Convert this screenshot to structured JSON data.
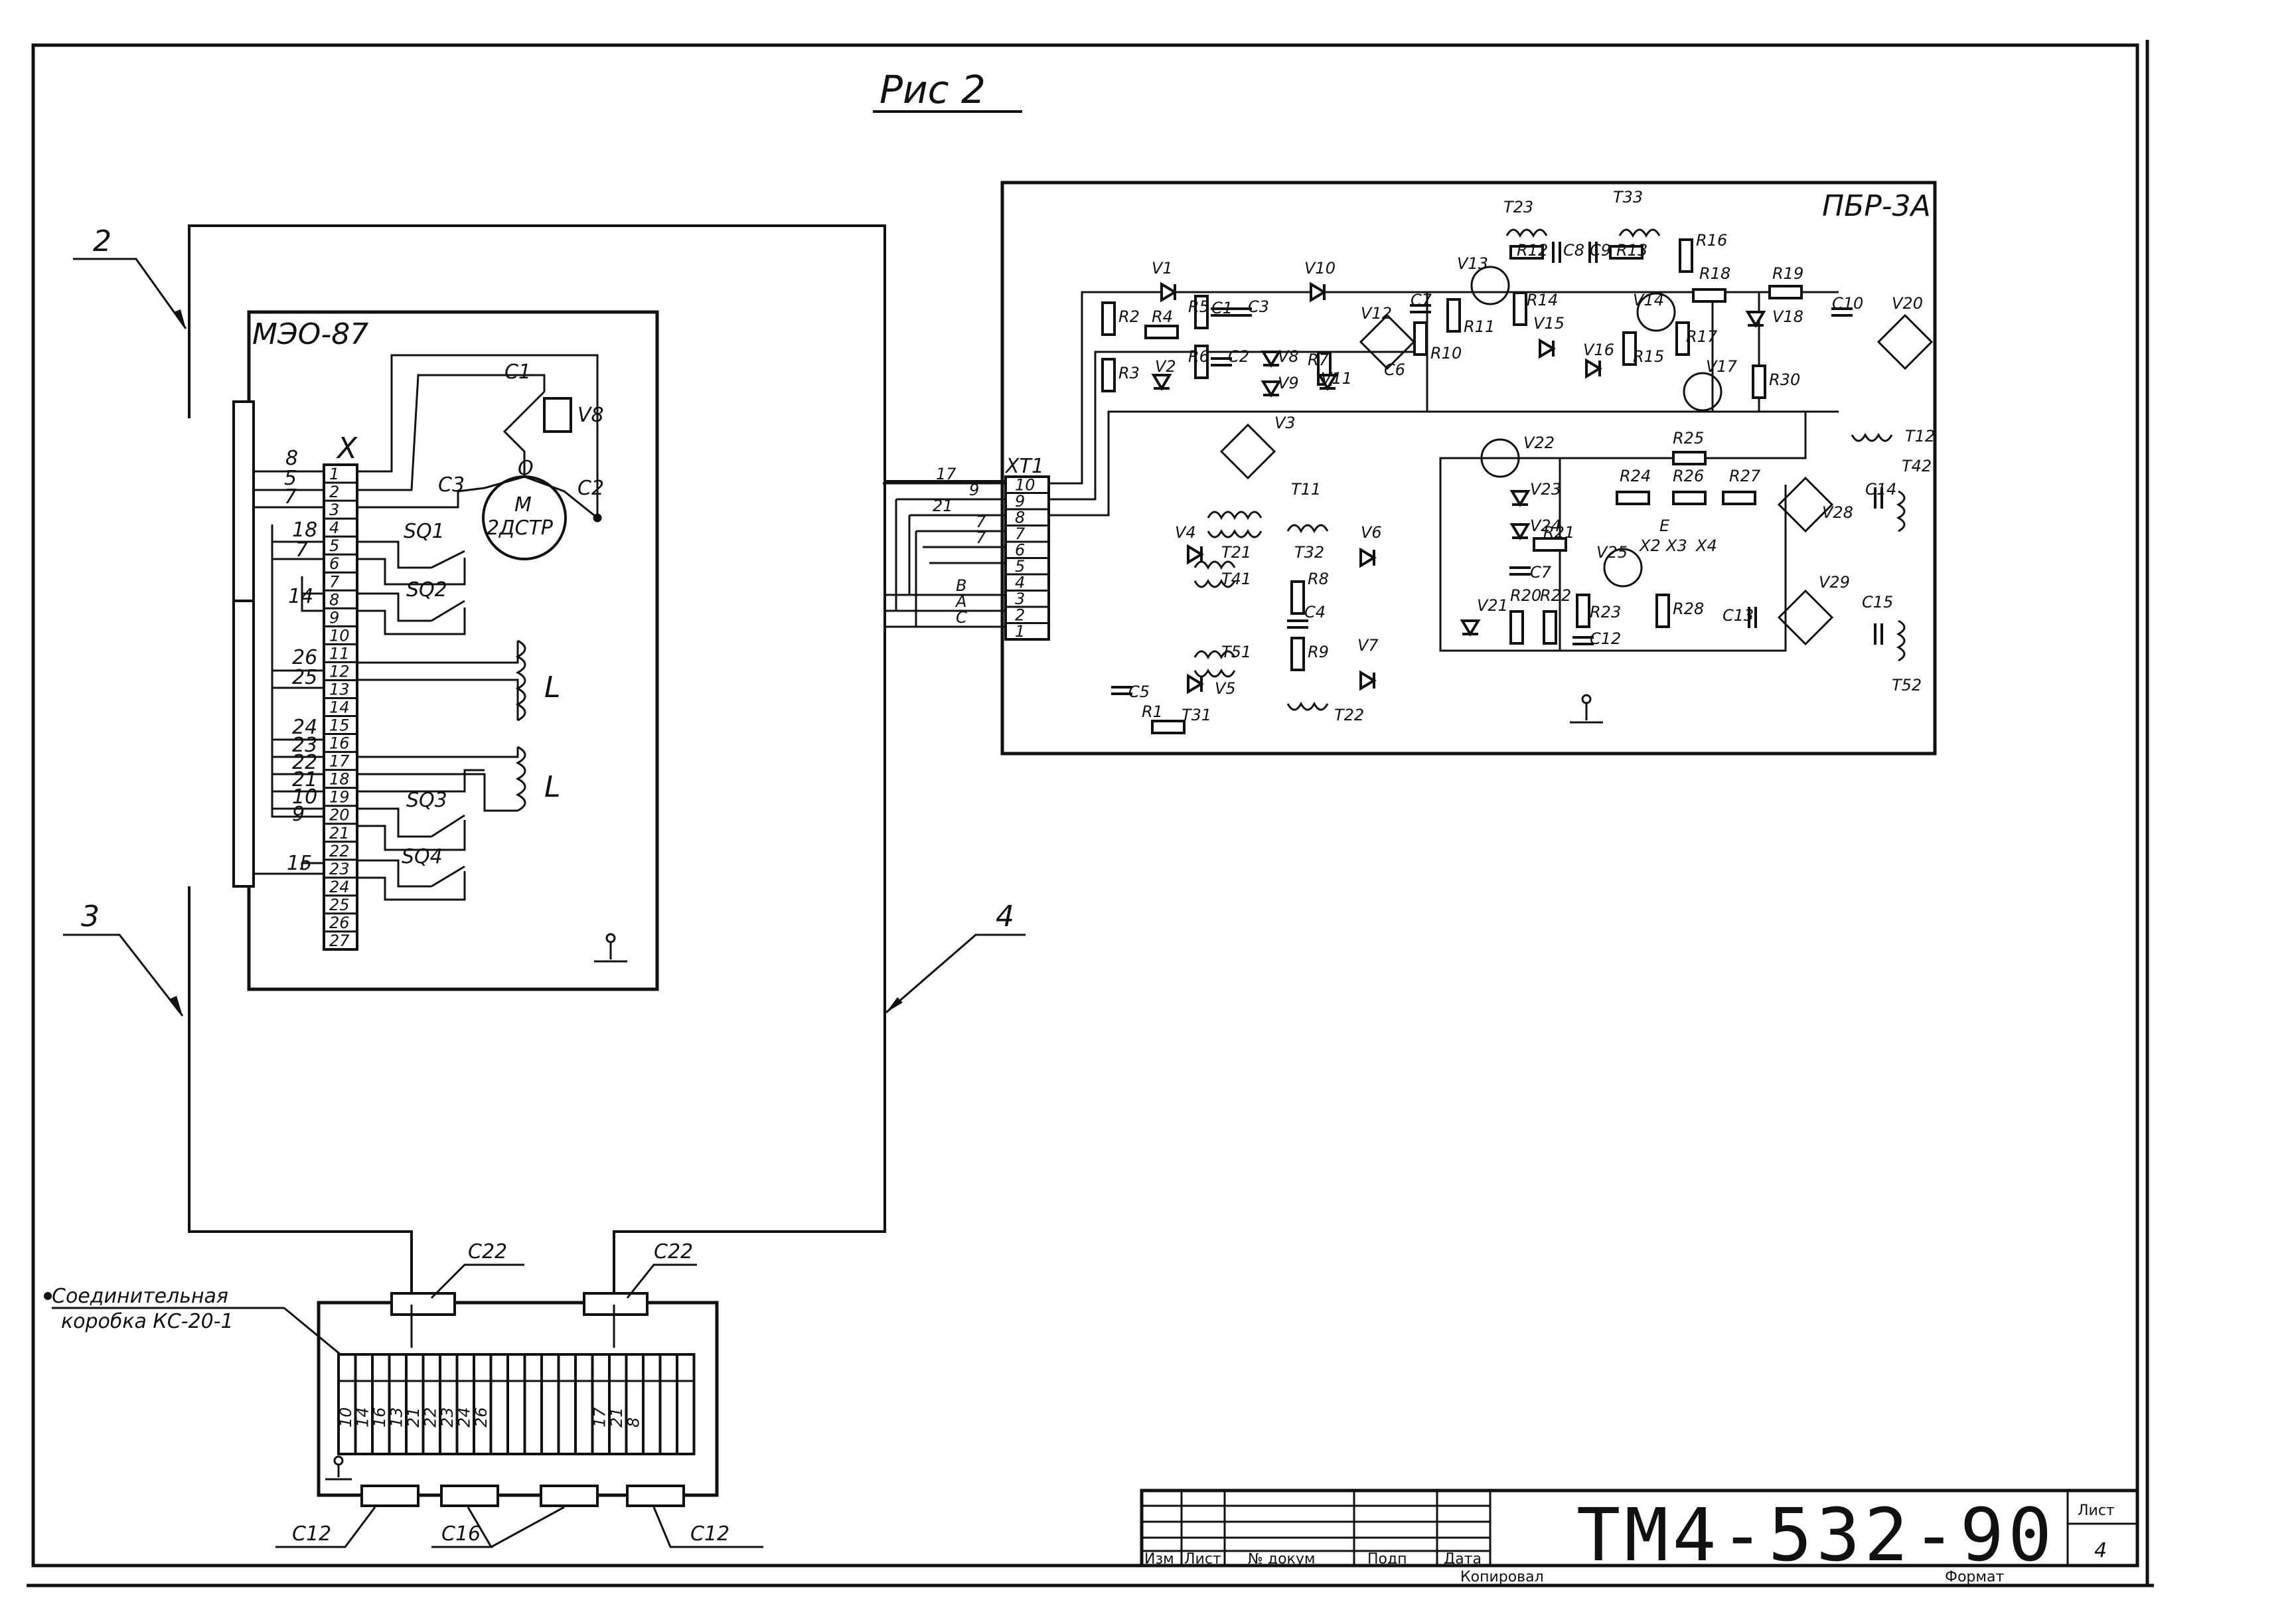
{
  "figure_title": "Рис 2",
  "callouts": {
    "c2": "2",
    "c3": "3",
    "c4": "4"
  },
  "meo": {
    "title": "МЭО-87",
    "terminal_header": "X",
    "terminals": [
      "1",
      "2",
      "3",
      "4",
      "5",
      "6",
      "7",
      "8",
      "9",
      "10",
      "11",
      "12",
      "13",
      "14",
      "15",
      "16",
      "17",
      "18",
      "19",
      "20",
      "21",
      "22",
      "23",
      "24",
      "25",
      "26",
      "27"
    ],
    "wire_labels_upper": [
      "8",
      "5",
      "7",
      "18",
      "7",
      "14",
      "26",
      "25"
    ],
    "wire_labels_lower": [
      "24",
      "23",
      "22",
      "21",
      "10",
      "9",
      "15"
    ],
    "motor_label": "М",
    "motor_type": "2ДСТР",
    "motor_neutral": "О",
    "c1": "С1",
    "c2": "С2",
    "c3": "С3",
    "v8": "V8",
    "switches": [
      "SQ1",
      "SQ2",
      "SQ3",
      "SQ4"
    ],
    "coil": "L"
  },
  "pbr": {
    "title": "ПБР-3А",
    "xt_title": "ХТ1",
    "xt_terminals": [
      "10",
      "9",
      "8",
      "7",
      "6",
      "5",
      "4",
      "3",
      "2",
      "1"
    ],
    "xt_wire_labels": [
      "17",
      "9",
      "21",
      "7",
      "7",
      "В",
      "А",
      "С"
    ],
    "components": {
      "v1": "V1",
      "v2": "V2",
      "v3": "V3",
      "v4": "V4",
      "v5": "V5",
      "v6": "V6",
      "v7": "V7",
      "v8": "V8",
      "v9": "V9",
      "v10": "V10",
      "v11": "V11",
      "v12": "V12",
      "v13": "V13",
      "v14": "V14",
      "v15": "V15",
      "v16": "V16",
      "v17": "V17",
      "v18": "V18",
      "v20": "V20",
      "v21": "V21",
      "v22": "V22",
      "v23": "V23",
      "v24": "V24",
      "v25": "V25",
      "v28": "V28",
      "v29": "V29",
      "r1": "R1",
      "r2": "R2",
      "r3": "R3",
      "r4": "R4",
      "r5": "R5",
      "r6": "R6",
      "r7": "R7",
      "r8": "R8",
      "r9": "R9",
      "r10": "R10",
      "r11": "R11",
      "r12": "R12",
      "r13": "R13",
      "r14": "R14",
      "r15": "R15",
      "r16": "R16",
      "r17": "R17",
      "r18": "R18",
      "r19": "R19",
      "r20": "R20",
      "r21": "R21",
      "r22": "R22",
      "r23": "R23",
      "r24": "R24",
      "r25": "R25",
      "r26": "R26",
      "r27": "R27",
      "r28": "R28",
      "r30": "R30",
      "c1": "C1",
      "c2": "C2",
      "c3": "C3",
      "c4": "C4",
      "c5": "C5",
      "c6": "C6",
      "c7": "C7",
      "c8": "C8",
      "c9": "C9",
      "c10": "C10",
      "c12": "C12",
      "c13": "C13",
      "c14": "C14",
      "c15": "C15",
      "t11": "Т11",
      "t12": "Т12",
      "t21": "Т21",
      "t22": "Т22",
      "t23": "Т23",
      "t31": "Т31",
      "t32": "Т32",
      "t33": "Т33",
      "t41": "Т41",
      "t42": "Т42",
      "t51": "Т51",
      "t52": "Т52",
      "x2": "Х2",
      "x3": "Х3",
      "x4": "Х4",
      "e": "Е"
    }
  },
  "junction_box": {
    "name_line1": "Соединительная",
    "name_line2": "коробка КС-20-1",
    "terminal_labels": [
      "10",
      "14",
      "16",
      "13",
      "21",
      "22",
      "23",
      "24",
      "26",
      "17",
      "21",
      "8"
    ],
    "glands_top": [
      "С22",
      "С22"
    ],
    "glands_bottom": [
      "С12",
      "С16",
      "С12"
    ]
  },
  "title_block": {
    "document_code": "ТМ4-532-90",
    "sheet_label": "Лист",
    "sheet_number": "4",
    "col_izm": "Изм",
    "col_list": "Лист",
    "col_doc": "№ докум",
    "col_sign": "Подп",
    "col_date": "Дата",
    "copied": "Копировал",
    "format": "Формат"
  }
}
